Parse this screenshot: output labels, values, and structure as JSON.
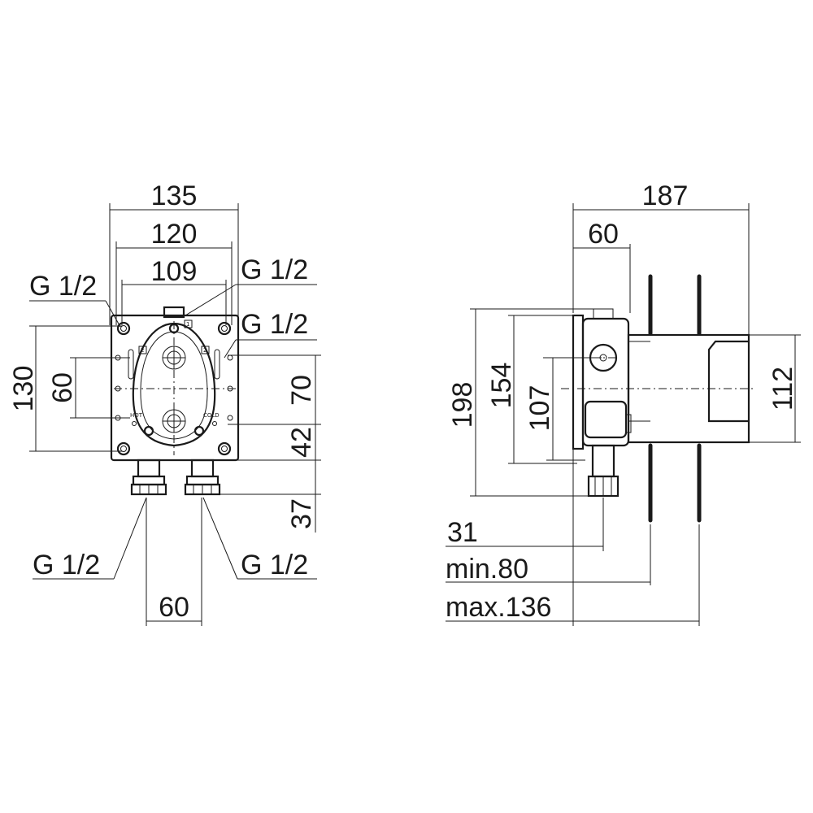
{
  "front_view": {
    "width_outer": "135",
    "width_mid": "120",
    "width_inner": "109",
    "height_total": "130",
    "height_inner": "60",
    "height_upper": "70",
    "height_lower": "42",
    "height_outlet": "37",
    "outlet_spacing": "60",
    "thread_top_left": "G 1/2",
    "thread_top_right": "G 1/2",
    "thread_right": "G 1/2",
    "thread_bottom_left": "G 1/2",
    "thread_bottom_right": "G 1/2",
    "label_hot": "HOT",
    "label_cold": "COLD",
    "port_1": "1",
    "port_2_left": "2",
    "port_2_right": "2"
  },
  "side_view": {
    "depth_total": "187",
    "depth_body": "60",
    "height_total": "198",
    "height_mid": "154",
    "height_inner": "107",
    "height_right": "112",
    "offset_outlet": "31",
    "mount_min": "min.80",
    "mount_max": "max.136"
  }
}
